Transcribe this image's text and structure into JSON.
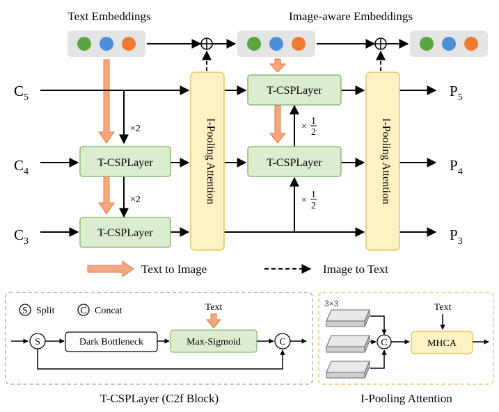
{
  "top": {
    "text_embeddings": "Text Embeddings",
    "image_aware_embeddings": "Image-aware Embeddings"
  },
  "inputs": {
    "c5": "C",
    "c5_sub": "5",
    "c4": "C",
    "c4_sub": "4",
    "c3": "C",
    "c3_sub": "3"
  },
  "outputs": {
    "p5": "P",
    "p5_sub": "5",
    "p4": "P",
    "p4_sub": "4",
    "p3": "P",
    "p3_sub": "3"
  },
  "blocks": {
    "tcsp": "T-CSPLayer",
    "ipool": "I-Pooling Attention"
  },
  "multipliers": {
    "x2": "×2",
    "x_half": "×",
    "half_num": "1",
    "half_den": "2"
  },
  "legend": {
    "text_to_image": "Text to Image",
    "image_to_text": "Image to Text"
  },
  "detail_left": {
    "split_symbol": "S",
    "split_label": "Split",
    "concat_symbol": "C",
    "concat_label": "Concat",
    "text": "Text",
    "dark_bottleneck": "Dark Bottleneck",
    "max_sigmoid": "Max-Sigmoid",
    "caption": "T-CSPLayer (C2f Block)"
  },
  "detail_right": {
    "kernel": "3×3",
    "concat_symbol": "C",
    "text": "Text",
    "mhca": "MHCA",
    "caption": "I-Pooling Attention"
  },
  "colors": {
    "green_dot": "#5aa541",
    "blue_dot": "#4b8fd6",
    "orange_dot": "#ee7b30",
    "emb_bg": "#e4e4e4",
    "green_fill": "#dcecd0",
    "green_stroke": "#8cb870",
    "yellow_fill": "#fdf2c4",
    "yellow_stroke": "#e8c35a",
    "orange_arrow": "#f4a67c",
    "orange_arrow_stroke": "#e07a45"
  }
}
